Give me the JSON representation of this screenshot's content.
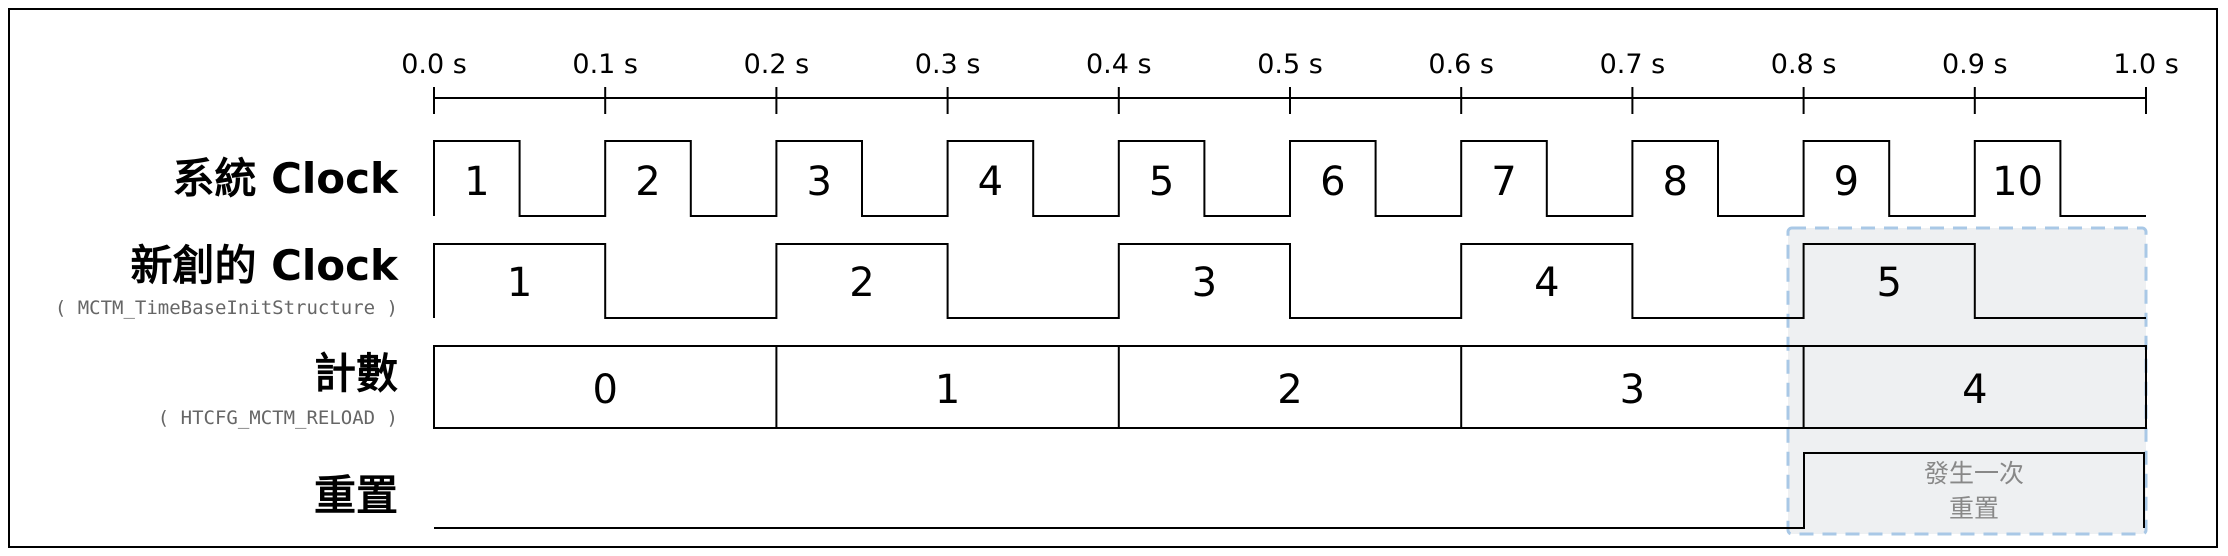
{
  "time_axis": {
    "ticks": [
      "0.0 s",
      "0.1 s",
      "0.2 s",
      "0.3 s",
      "0.4 s",
      "0.5 s",
      "0.6 s",
      "0.7 s",
      "0.8 s",
      "0.9 s",
      "1.0 s"
    ]
  },
  "rows": {
    "system_clock": {
      "label": "系統 Clock",
      "pulses": [
        "1",
        "2",
        "3",
        "4",
        "5",
        "6",
        "7",
        "8",
        "9",
        "10"
      ]
    },
    "new_clock": {
      "label": "新創的 Clock",
      "sublabel": "( MCTM_TimeBaseInitStructure )",
      "pulses": [
        "1",
        "2",
        "3",
        "4",
        "5"
      ]
    },
    "counter": {
      "label": "計數",
      "sublabel": "( HTCFG_MCTM_RELOAD )",
      "values": [
        "0",
        "1",
        "2",
        "3",
        "4"
      ]
    },
    "reset": {
      "label": "重置",
      "pulse_text_line1": "發生一次",
      "pulse_text_line2": "重置"
    }
  },
  "colors": {
    "line": "#000000",
    "highlight_fill": "#eef0f2",
    "highlight_border": "#a9c8e6",
    "muted_text": "#888888",
    "sublabel_text": "#666666"
  }
}
